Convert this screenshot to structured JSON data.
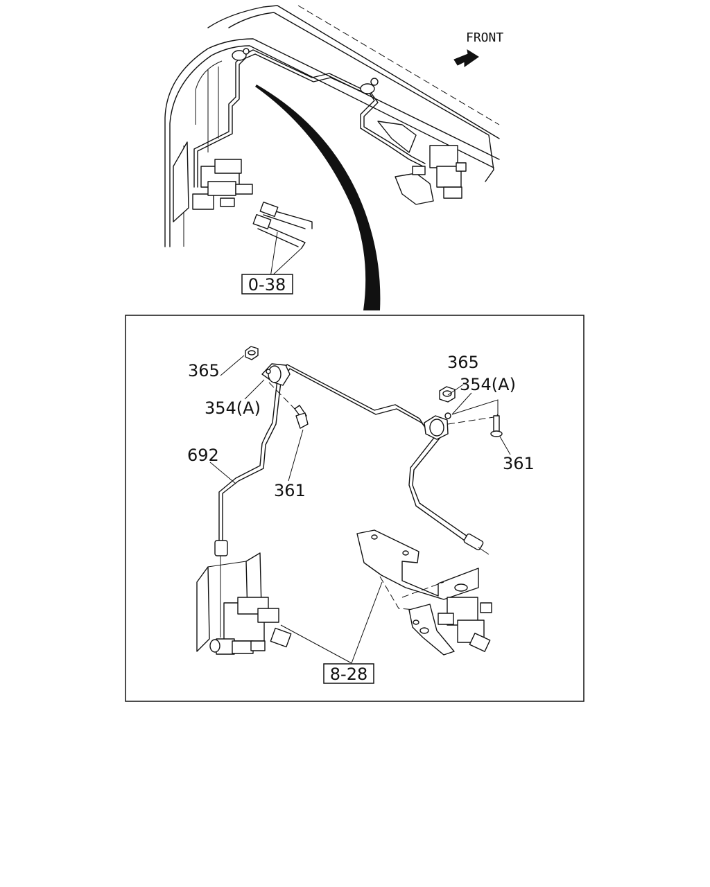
{
  "orientation": {
    "text": "FRONT"
  },
  "references": {
    "upper": "0-38",
    "lower": "8-28"
  },
  "callouts": {
    "nut_left": "365",
    "clip_left": "354(A)",
    "pipe": "692",
    "bolt_left": "361",
    "nut_right": "365",
    "clip_right": "354(A)",
    "bolt_right": "361"
  }
}
